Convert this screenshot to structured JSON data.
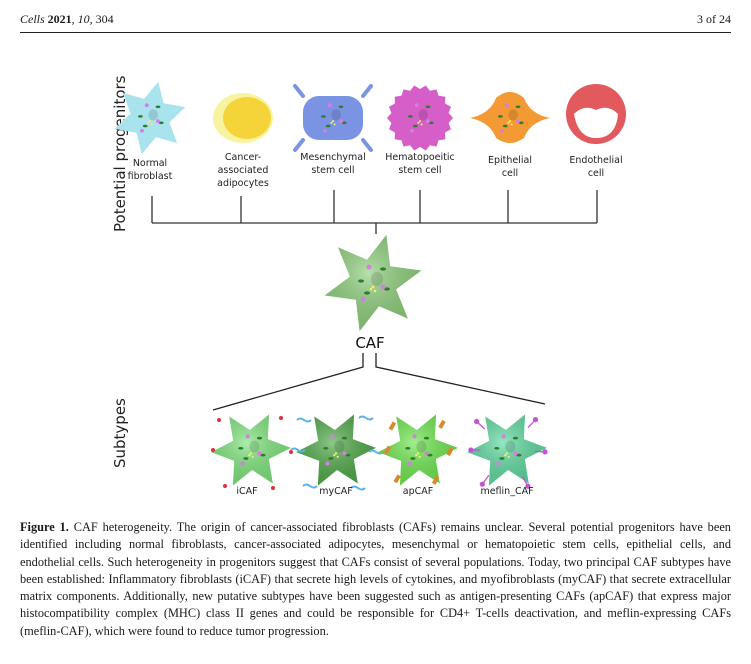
{
  "header": {
    "journal": "Cells",
    "year": "2021",
    "volume": "10",
    "article": ", 304",
    "page": "3 of 24"
  },
  "figure": {
    "axis_labels": {
      "progenitors": "Potential progenitors",
      "subtypes": "Subtypes"
    },
    "progenitors": [
      {
        "name": "normal-fibroblast",
        "lines": [
          "Normal",
          "fibroblast"
        ],
        "color": "#a8e3ee"
      },
      {
        "name": "cancer-associated-adipocytes",
        "lines": [
          "Cancer-",
          "associated",
          "adipocytes"
        ],
        "color": "#f5d43a"
      },
      {
        "name": "mesenchymal-stem-cell",
        "lines": [
          "Mesenchymal",
          "stem cell"
        ],
        "color": "#7b93e3"
      },
      {
        "name": "hematopoeitic-stem-cell",
        "lines": [
          "Hematopoeitic",
          "stem cell"
        ],
        "color": "#d55ec8"
      },
      {
        "name": "epithelial-cell",
        "lines": [
          "Epithelial",
          "cell"
        ],
        "color": "#f39a35"
      },
      {
        "name": "endothelial-cell",
        "lines": [
          "Endothelial",
          "cell"
        ],
        "color": "#e25a5e"
      }
    ],
    "center": {
      "label": "CAF",
      "color": "#8fd07c"
    },
    "subtypes": [
      {
        "name": "icaf",
        "label": "iCAF",
        "color": "#7ee57c",
        "marker": "red-dots"
      },
      {
        "name": "mycaf",
        "label": "myCAF",
        "color": "#4faa48",
        "marker": "blue-fibers"
      },
      {
        "name": "apcaf",
        "label": "apCAF",
        "color": "#6ee84f",
        "marker": "orange-receptors"
      },
      {
        "name": "meflin-caf",
        "label": "meflin_CAF",
        "color": "#5fdba0",
        "marker": "purple-receptors"
      }
    ]
  },
  "caption": {
    "label": "Figure 1.",
    "text": " CAF heterogeneity.  The origin of cancer-associated fibroblasts (CAFs) remains unclear.  Several potential progenitors have been identified including normal fibroblasts, cancer-associated adipocytes, mesenchymal or hematopoietic stem cells, epithelial cells, and endothelial cells. Such heterogeneity in progenitors suggest that CAFs consist of several populations. Today, two principal CAF subtypes have been established: Inflammatory fibroblasts (iCAF) that secrete high levels of cytokines, and myofibroblasts (myCAF) that secrete extracellular matrix components. Additionally, new putative subtypes have been suggested such as antigen-presenting CAFs (apCAF) that express major histocompatibility complex (MHC) class II genes and could be responsible for CD4+ T-cells deactivation, and meflin-expressing CAFs (meflin-CAF), which were found to reduce tumor progression."
  }
}
